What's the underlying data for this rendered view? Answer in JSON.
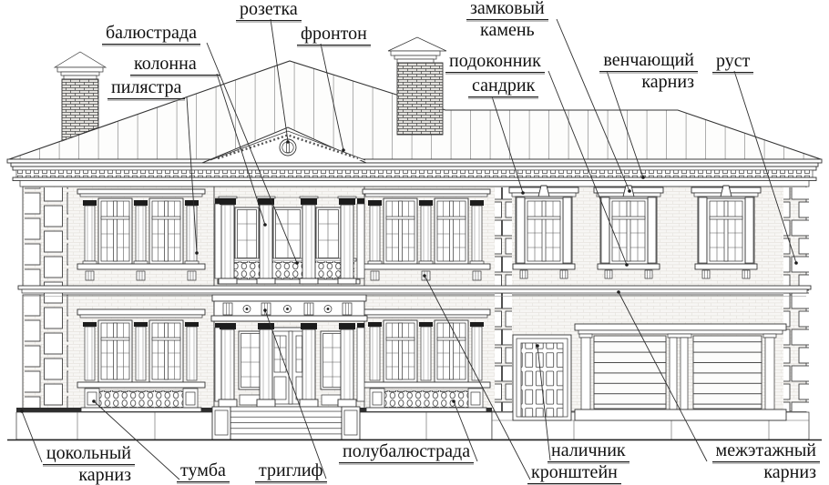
{
  "colors": {
    "background": "#ffffff",
    "line": "#333333",
    "text": "#111111",
    "wall_tint": "#f7f6f4",
    "capital_fill": "#1c1c1c",
    "plinth_band": "#2e2e2e"
  },
  "labels": {
    "balustrade": "балюстрада",
    "column": "колонна",
    "pilaster": "пилястра",
    "rosette": "розетка",
    "pediment": "фронтон",
    "keystone_line1": "замковый",
    "keystone_line2": "камень",
    "window_sill": "подоконник",
    "sandrik": "сандрик",
    "crowning_cornice_line1": "венчающий",
    "crowning_cornice_line2": "карниз",
    "rustication": "руст",
    "socle_cornice_line1": "цокольный",
    "socle_cornice_line2": "карниз",
    "pedestal": "тумба",
    "triglyph": "триглиф",
    "half_balustrade": "полубалюстрада",
    "bracket": "кронштейн",
    "casing": "наличник",
    "interfloor_cornice_line1": "межэтажный",
    "interfloor_cornice_line2": "карниз"
  }
}
